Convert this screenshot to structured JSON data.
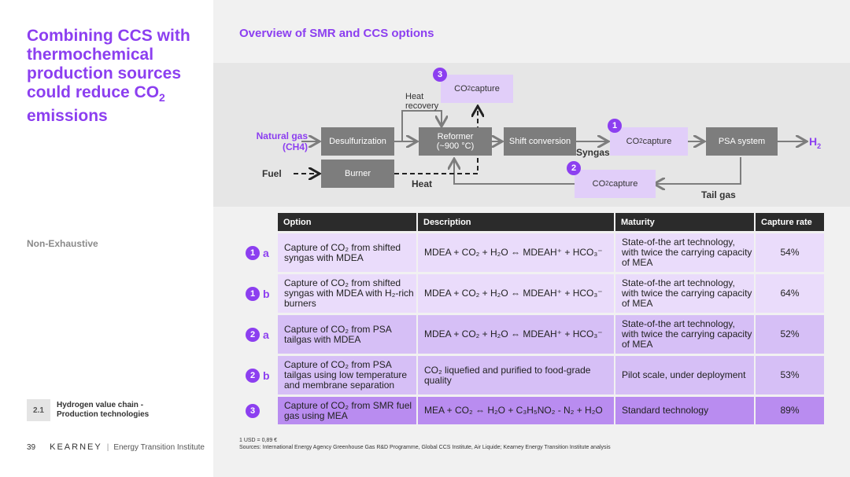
{
  "left": {
    "title": "Combining CCS with thermochemical production sources could reduce CO",
    "title_sub": "2",
    "title_tail": " emissions",
    "non_exhaustive": "Non-Exhaustive",
    "section_num": "2.1",
    "section_label": "Hydrogen value chain - Production technologies",
    "page_number": "39",
    "brand": "KEARNEY",
    "institute": "Energy Transition Institute"
  },
  "slide_subtitle": "Overview of SMR and CCS options",
  "diagram": {
    "natural_gas": "Natural gas (CH4)",
    "fuel": "Fuel",
    "desulfurization": "Desulfurization",
    "burner": "Burner",
    "reformer_line1": "Reformer",
    "reformer_line2": "(~900 °C)",
    "shift_conversion": "Shift conversion",
    "psa_system": "PSA system",
    "h2": "H",
    "h2_sub": "2",
    "syngas": "Syngas",
    "heat": "Heat",
    "heat_recovery": "Heat recovery",
    "tail_gas": "Tail gas",
    "co2_capture_prefix": "CO",
    "co2_capture_sub": "2",
    "co2_capture_suffix": " capture",
    "badge_1": "1",
    "badge_2": "2",
    "badge_3": "3"
  },
  "table": {
    "headers": [
      "Option",
      "Description",
      "Maturity",
      "Capture rate"
    ],
    "rows": [
      {
        "num": "1",
        "letter": "a",
        "option": "Capture of CO₂ from shifted syngas with MDEA",
        "description": "MDEA + CO₂ + H₂O ⇔ MDEAH⁺ + HCO₃⁻",
        "maturity": "State-of-the art technology, with twice the carrying capacity of MEA",
        "rate": "54%",
        "bg": "#eadcfb"
      },
      {
        "num": "1",
        "letter": "b",
        "option": "Capture of CO₂ from shifted syngas with MDEA with H₂-rich burners",
        "description": "MDEA + CO₂ + H₂O ⇔ MDEAH⁺ + HCO₃⁻",
        "maturity": "State-of-the art technology, with twice the carrying capacity of MEA",
        "rate": "64%",
        "bg": "#eadcfb"
      },
      {
        "num": "2",
        "letter": "a",
        "option": "Capture of CO₂ from PSA tailgas with MDEA",
        "description": "MDEA + CO₂ + H₂O ⇔ MDEAH⁺ + HCO₃⁻",
        "maturity": "State-of-the art technology, with twice the carrying capacity of MEA",
        "rate": "52%",
        "bg": "#d6bff6"
      },
      {
        "num": "2",
        "letter": "b",
        "option": "Capture of CO₂ from PSA tailgas using low temperature and membrane separation",
        "description": "CO₂ liquefied and purified to food-grade quality",
        "maturity": "Pilot scale, under deployment",
        "rate": "53%",
        "bg": "#d6bff6"
      },
      {
        "num": "3",
        "letter": "",
        "option": "Capture of CO₂ from SMR fuel gas using MEA",
        "description": "MEA + CO₂ ⇔  H₂O + C₃H₅NO₂ - N₂ + H₂O",
        "maturity": "Standard technology",
        "rate": "89%",
        "bg": "#b98cf0"
      }
    ]
  },
  "notes": {
    "line1": "1 USD = 0,89 €",
    "line2": "Sources: International Energy Agency Greenhouse Gas R&D Programme, Global CCS Institute, Air Liquide; Kearney Energy Transition Institute analysis"
  }
}
